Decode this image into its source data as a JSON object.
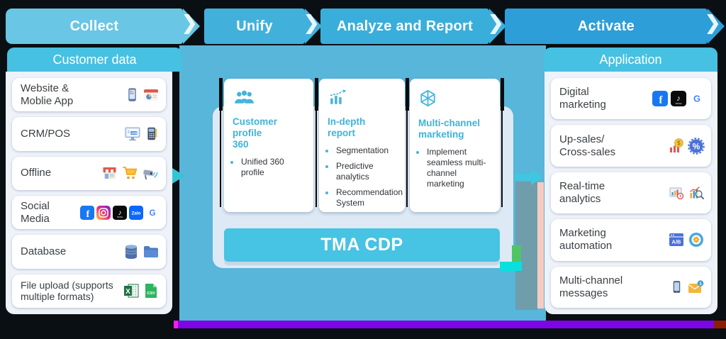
{
  "stages": [
    {
      "label": "Collect",
      "color": "#69c6e4"
    },
    {
      "label": "Unify",
      "color": "#41b1dc"
    },
    {
      "label": "Analyze and Report",
      "color": "#3aaedb"
    },
    {
      "label": "Activate",
      "color": "#2d9ed8"
    }
  ],
  "icons": {
    "chevron": "❯"
  },
  "left_panel": {
    "header": "Customer data",
    "items": [
      {
        "label": "Website &\nMoblie App",
        "icons": [
          "smartphone-icon",
          "browser-analytics-icon"
        ]
      },
      {
        "label": "CRM/POS",
        "icons": [
          "crm-monitor-icon",
          "pos-terminal-icon"
        ]
      },
      {
        "label": "Offline",
        "icons": [
          "store-icon",
          "shopping-cart-icon",
          "cctv-camera-icon"
        ]
      },
      {
        "label": "Social\nMedia",
        "icons": [
          "facebook-icon",
          "instagram-icon",
          "tiktok-icon",
          "zalo-icon",
          "google-icon"
        ]
      },
      {
        "label": "Database",
        "icons": [
          "database-icon",
          "folder-icon"
        ]
      },
      {
        "label": "File upload (supports\nmultiple formats)",
        "icons": [
          "excel-icon",
          "csv-file-icon"
        ]
      }
    ]
  },
  "center": {
    "platform_label": "TMA CDP",
    "cards": [
      {
        "icon": "customer-group-icon",
        "title": "Customer profile\n360",
        "bullets": [
          "Unified 360 profile"
        ]
      },
      {
        "icon": "analytics-growth-icon",
        "title": "In-depth\nreport",
        "bullets": [
          "Segmentation",
          "Predictive analytics",
          "Recommendation System"
        ]
      },
      {
        "icon": "network-hexagon-icon",
        "title": "Multi-channel\nmarketing",
        "bullets": [
          "Implement seamless multi-channel marketing"
        ]
      }
    ]
  },
  "right_panel": {
    "header": "Application",
    "items": [
      {
        "label": "Digital\nmarketing",
        "icons": [
          "facebook-icon",
          "tiktok-icon",
          "google-icon"
        ]
      },
      {
        "label": "Up-sales/\nCross-sales",
        "icons": [
          "sales-coin-chart-icon",
          "percent-badge-icon"
        ]
      },
      {
        "label": "Real-time\nanalytics",
        "icons": [
          "realtime-chart-icon",
          "chart-magnifier-icon"
        ]
      },
      {
        "label": "Marketing\nautomation",
        "icons": [
          "ab-test-icon",
          "gear-target-icon"
        ]
      },
      {
        "label": "Multi-channel\nmessages",
        "icons": [
          "smartphone-icon",
          "envelope-notification-icon"
        ]
      }
    ]
  },
  "colors": {
    "section_header": "#46c1e2",
    "center_panel": "#57b6d9",
    "inner_panel": "#dde9f5",
    "platform_banner": "#47c3e3",
    "card_accent": "#45b4dc",
    "progress_bar": "#7d05e6"
  }
}
